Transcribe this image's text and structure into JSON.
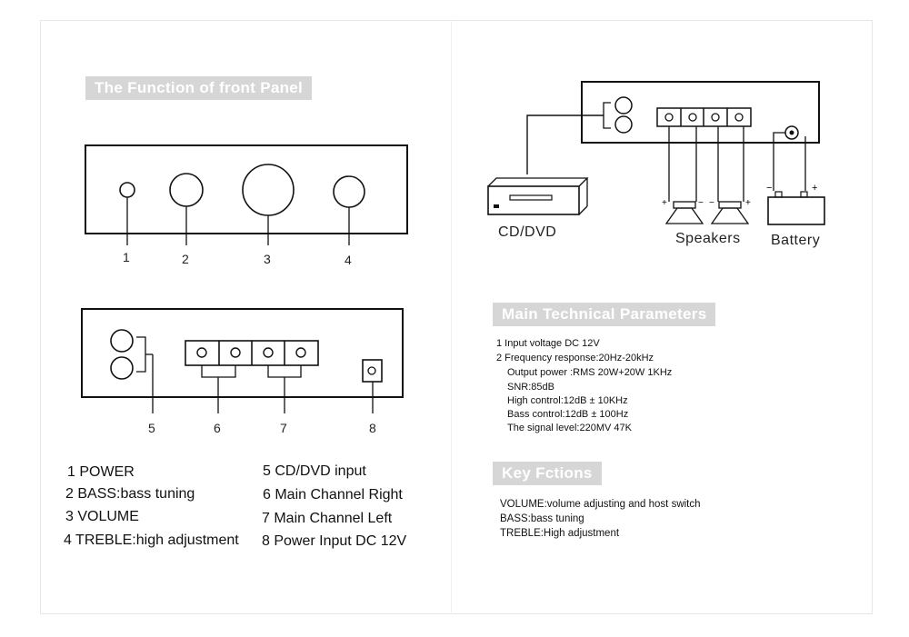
{
  "left_page": {
    "front_panel": {
      "banner": "The Function of front Panel",
      "numbers": [
        "1",
        "2",
        "3",
        "4"
      ]
    },
    "rear_panel": {
      "numbers": [
        "5",
        "6",
        "7",
        "8"
      ]
    },
    "legend_left": [
      "1 POWER",
      "2 BASS:bass tuning",
      "3 VOLUME",
      "4 TREBLE:high adjustment"
    ],
    "legend_right": [
      "5 CD/DVD input",
      "6 Main Channel Right",
      "7 Main Channel Left",
      "8 Power Input DC 12V"
    ]
  },
  "right_page": {
    "wiring": {
      "cd_dvd_label": "CD/DVD",
      "speakers_label": "Speakers",
      "battery_label": "Battery"
    },
    "technical": {
      "banner": "Main Technical Parameters",
      "lines": [
        "1 Input voltage DC 12V",
        "2 Frequency response:20Hz-20kHz",
        "Output power :RMS 20W+20W  1KHz",
        "SNR:85dB",
        "High control:12dB ± 10KHz",
        "Bass control:12dB ± 100Hz",
        "The signal level:220MV 47K"
      ]
    },
    "key_functions": {
      "banner": "Key Fctions",
      "lines": [
        "VOLUME:volume adjusting and host switch",
        "BASS:bass tuning",
        "TREBLE:High adjustment"
      ]
    }
  }
}
